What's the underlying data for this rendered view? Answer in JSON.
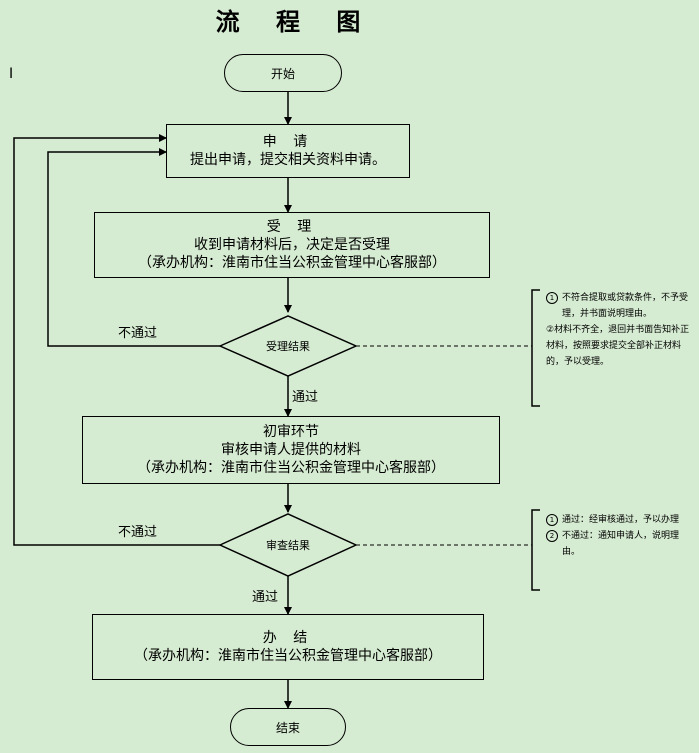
{
  "title": "流 程 图",
  "marker": "I",
  "nodes": {
    "start": "开始",
    "apply": {
      "title": "申 请",
      "desc": "提出申请，提交相关资料申请。"
    },
    "accept": {
      "title": "受 理",
      "desc": "收到申请材料后，决定是否受理",
      "org": "（承办机构：淮南市住当公积金管理中心客服部）"
    },
    "accept_result": "受理结果",
    "review": {
      "title": "初审环节",
      "desc": "审核申请人提供的材料",
      "org": "（承办机构：淮南市住当公积金管理中心客服部）"
    },
    "review_result": "审查结果",
    "handle": {
      "title": "办 结",
      "org": "（承办机构：淮南市住当公积金管理中心客服部）"
    },
    "end": "结束"
  },
  "edges": {
    "fail1": "不通过",
    "pass1": "通过",
    "fail2": "不通过",
    "pass2": "通过"
  },
  "notes": {
    "accept": {
      "n1": "1",
      "item1": "不符合提取或贷款条件，不予受理，并书面说明理由。",
      "item2": "②材料不齐全，退回并书面告知补正材料，按照要求提交全部补正材料的，予以受理。"
    },
    "review": {
      "n1": "1",
      "item1": "通过：经审核通过，予以办理",
      "n2": "2",
      "item2": "不通过：通知申请人，说明理由。"
    }
  }
}
